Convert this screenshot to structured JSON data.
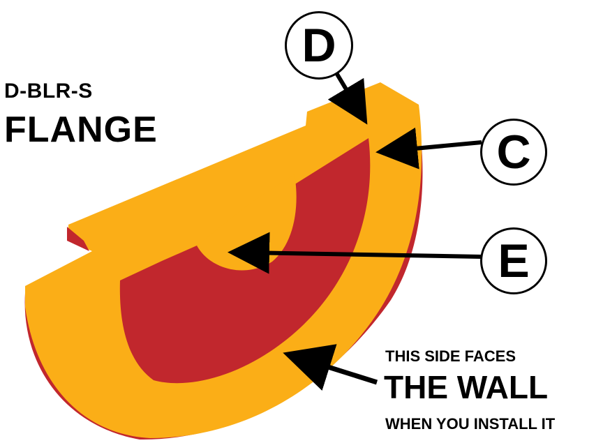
{
  "title": {
    "model": "D-BLR-S",
    "part": "FLANGE"
  },
  "callouts": {
    "d": "D",
    "c": "C",
    "e": "E"
  },
  "note": {
    "line1": "THIS SIDE FACES",
    "line2": "THE WALL",
    "line3": "WHEN YOU INSTALL IT"
  },
  "colors": {
    "face": "#fbae17",
    "side": "#c1272d",
    "outline": "#000000"
  }
}
